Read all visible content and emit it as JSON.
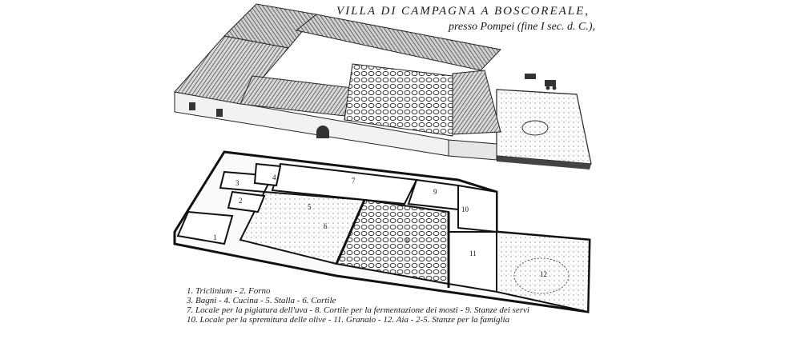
{
  "title": {
    "line1": "VILLA DI CAMPAGNA A BOSCOREALE,",
    "line2": "presso Pompei (fine I sec. d. C.),"
  },
  "plan_numbers": [
    "1",
    "2",
    "3",
    "4",
    "5",
    "6",
    "7",
    "8",
    "9",
    "10",
    "11",
    "12"
  ],
  "legend": [
    "1. Triclinium - 2. Forno",
    "3. Bagni - 4. Cucina - 5. Stalla - 6. Cortile",
    "7. Locale per la pigiatura dell'uva - 8. Cortile per la fermentazione dei mosti - 9. Stanze dei servi",
    "10. Locale per la spremitura delle olive - 11. Granaio - 12. Aia - 2-5. Stanze per la famiglia"
  ],
  "colors": {
    "ink": "#1a1a1a",
    "paper": "#ffffff",
    "roof": "#6b6b6b"
  }
}
